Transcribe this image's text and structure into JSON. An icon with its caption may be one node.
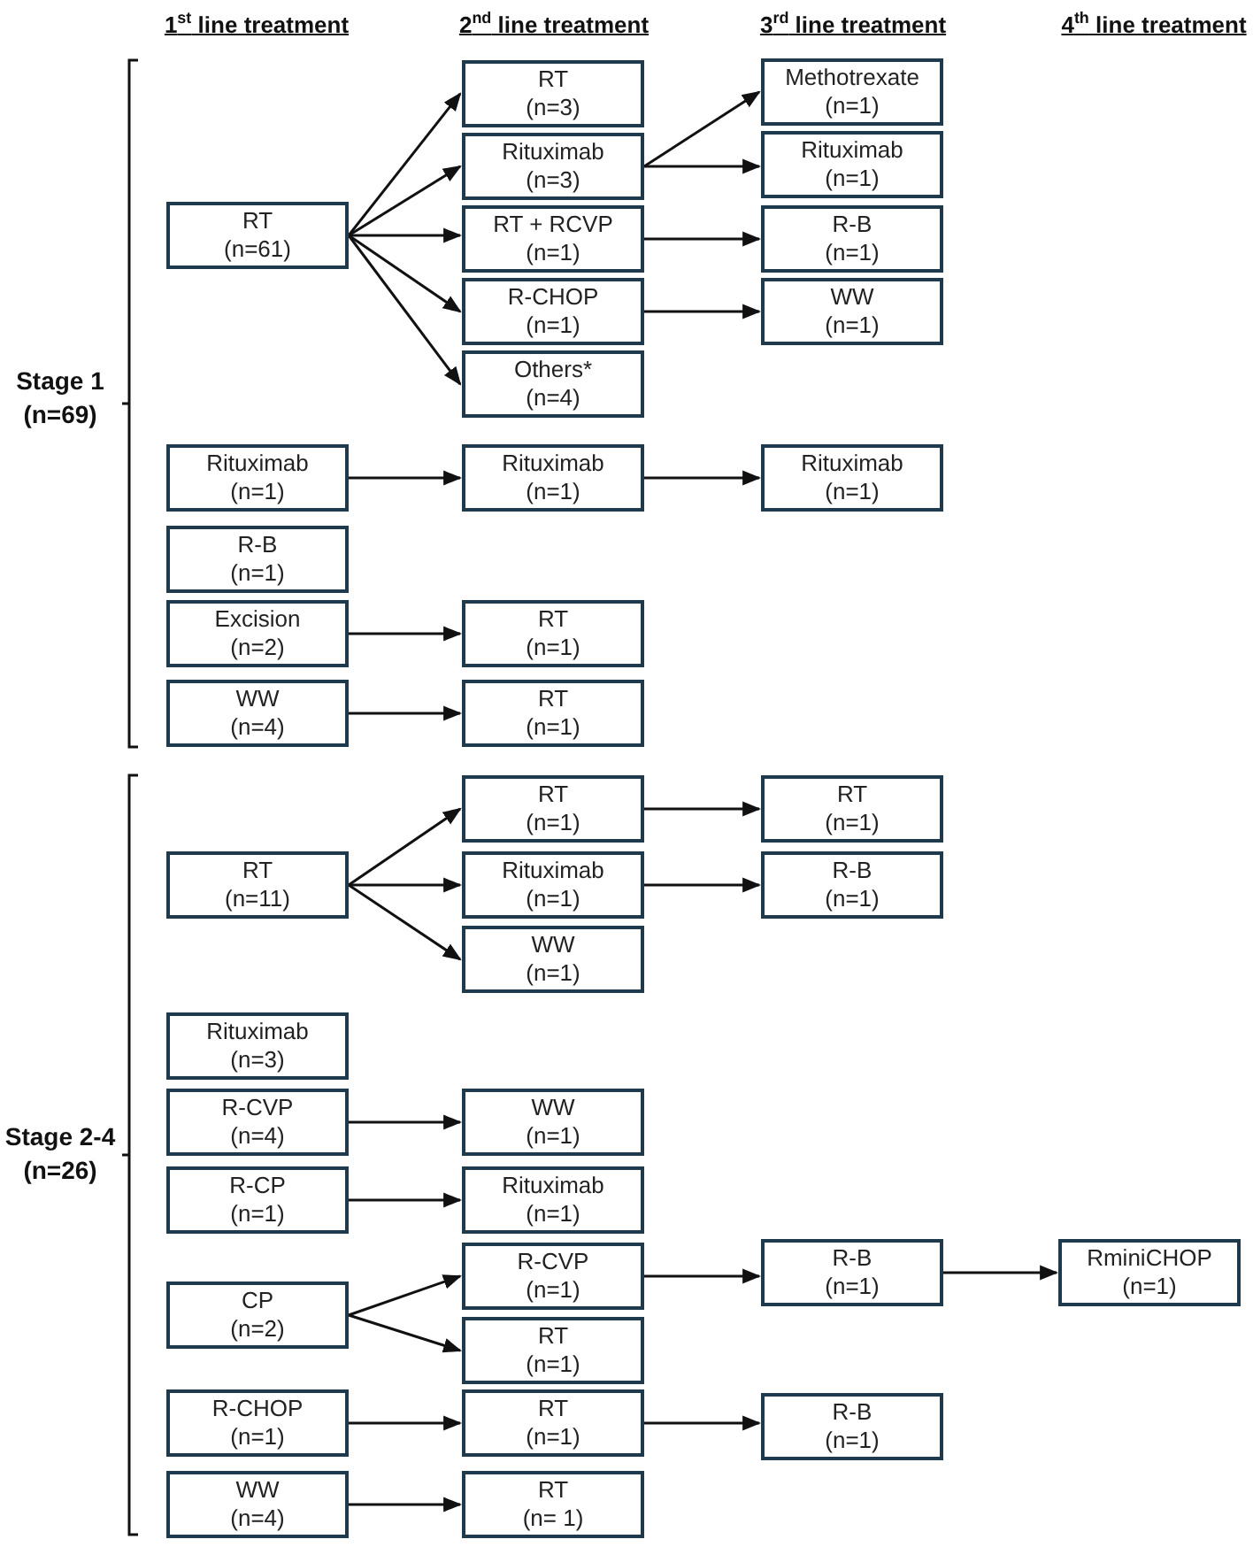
{
  "diagram": {
    "nodes": [
      {
        "text": [
          "RT",
          "(n=3)"
        ]
      },
      {
        "text": [
          "Methotrexate",
          "(n=1)"
        ]
      },
      {
        "text": [
          "Rituximab",
          "(n=3)"
        ]
      },
      {
        "text": [
          "Rituximab",
          "(n=1)"
        ]
      },
      {
        "text": [
          "RT",
          "(n=61)"
        ]
      },
      {
        "text": [
          "RT + RCVP",
          "(n=1)"
        ]
      },
      {
        "text": [
          "R-B",
          "(n=1)"
        ]
      },
      {
        "text": [
          "R-CHOP",
          "(n=1)"
        ]
      },
      {
        "text": [
          "WW",
          "(n=1)"
        ]
      },
      {
        "text": [
          "Others*",
          "(n=4)"
        ]
      },
      {
        "text": [
          "Rituximab",
          "(n=1)"
        ]
      },
      {
        "text": [
          "Rituximab",
          "(n=1)"
        ]
      },
      {
        "text": [
          "Rituximab",
          "(n=1)"
        ]
      },
      {
        "text": [
          "R-B",
          "(n=1)"
        ]
      },
      {
        "text": [
          "Excision",
          "(n=2)"
        ]
      },
      {
        "text": [
          "RT",
          "(n=1)"
        ]
      },
      {
        "text": [
          "WW",
          "(n=4)"
        ]
      },
      {
        "text": [
          "RT",
          "(n=1)"
        ]
      },
      {
        "text": [
          "RT",
          "(n=1)"
        ]
      },
      {
        "text": [
          "RT",
          "(n=1)"
        ]
      },
      {
        "text": [
          "RT",
          "(n=11)"
        ]
      },
      {
        "text": [
          "Rituximab",
          "(n=1)"
        ]
      },
      {
        "text": [
          "R-B",
          "(n=1)"
        ]
      },
      {
        "text": [
          "WW",
          "(n=1)"
        ]
      },
      {
        "text": [
          "Rituximab",
          "(n=3)"
        ]
      },
      {
        "text": [
          "R-CVP",
          "(n=4)"
        ]
      },
      {
        "text": [
          "WW",
          "(n=1)"
        ]
      },
      {
        "text": [
          "R-CP",
          "(n=1)"
        ]
      },
      {
        "text": [
          "Rituximab",
          "(n=1)"
        ]
      },
      {
        "text": [
          "R-CVP",
          "(n=1)"
        ]
      },
      {
        "text": [
          "R-B",
          "(n=1)"
        ]
      },
      {
        "text": [
          "RminiCHOP",
          "(n=1)"
        ]
      },
      {
        "text": [
          "CP",
          "(n=2)"
        ]
      },
      {
        "text": [
          "RT",
          "(n=1)"
        ]
      },
      {
        "text": [
          "R-CHOP",
          "(n=1)"
        ]
      },
      {
        "text": [
          "RT",
          "(n=1)"
        ]
      },
      {
        "text": [
          "R-B",
          "(n=1)"
        ]
      },
      {
        "text": [
          "WW",
          "(n=4)"
        ]
      },
      {
        "text": [
          "RT",
          "(n= 1)"
        ]
      }
    ],
    "edges": [
      {
        "from": 4,
        "to": 0,
        "arrow": "to"
      },
      {
        "from": 4,
        "to": 2,
        "arrow": "to"
      },
      {
        "from": 4,
        "to": 5,
        "arrow": "to"
      },
      {
        "from": 4,
        "to": 7,
        "arrow": "to"
      },
      {
        "from": 4,
        "to": 9,
        "arrow": "to"
      },
      {
        "from": 2,
        "to": 1,
        "arrow": "to"
      },
      {
        "from": 2,
        "to": 3,
        "arrow": "to"
      },
      {
        "from": 5,
        "to": 6,
        "arrow": "to"
      },
      {
        "from": 7,
        "to": 8,
        "arrow": "to"
      },
      {
        "from": 10,
        "to": 11,
        "arrow": "to"
      },
      {
        "from": 11,
        "to": 12,
        "arrow": "to"
      },
      {
        "from": 14,
        "to": 15,
        "arrow": "to"
      },
      {
        "from": 16,
        "to": 17,
        "arrow": "to"
      },
      {
        "from": 20,
        "to": 18,
        "arrow": "to"
      },
      {
        "from": 20,
        "to": 21,
        "arrow": "to"
      },
      {
        "from": 20,
        "to": 23,
        "arrow": "to"
      },
      {
        "from": 18,
        "to": 19,
        "arrow": "to"
      },
      {
        "from": 21,
        "to": 22,
        "arrow": "to"
      },
      {
        "from": 25,
        "to": 26,
        "arrow": "to"
      },
      {
        "from": 27,
        "to": 28,
        "arrow": "to"
      },
      {
        "from": 32,
        "to": 29,
        "arrow": "to"
      },
      {
        "from": 32,
        "to": 33,
        "arrow": "to"
      },
      {
        "from": 29,
        "to": 30,
        "arrow": "to"
      },
      {
        "from": 30,
        "to": 31,
        "arrow": "to"
      },
      {
        "from": 34,
        "to": 35,
        "arrow": "to"
      },
      {
        "from": 35,
        "to": 36,
        "arrow": "to"
      },
      {
        "from": 37,
        "to": 38,
        "arrow": "to"
      }
    ],
    "labels": [
      "1$^{st}$ line treatment",
      "2$^{nd}$ line treatment",
      "3$^{rd}$ line treatment",
      "4$^{th}$ line treatment",
      "Stage 1 (n=69)",
      "Stage 2-4 (n=26)"
    ]
  }
}
